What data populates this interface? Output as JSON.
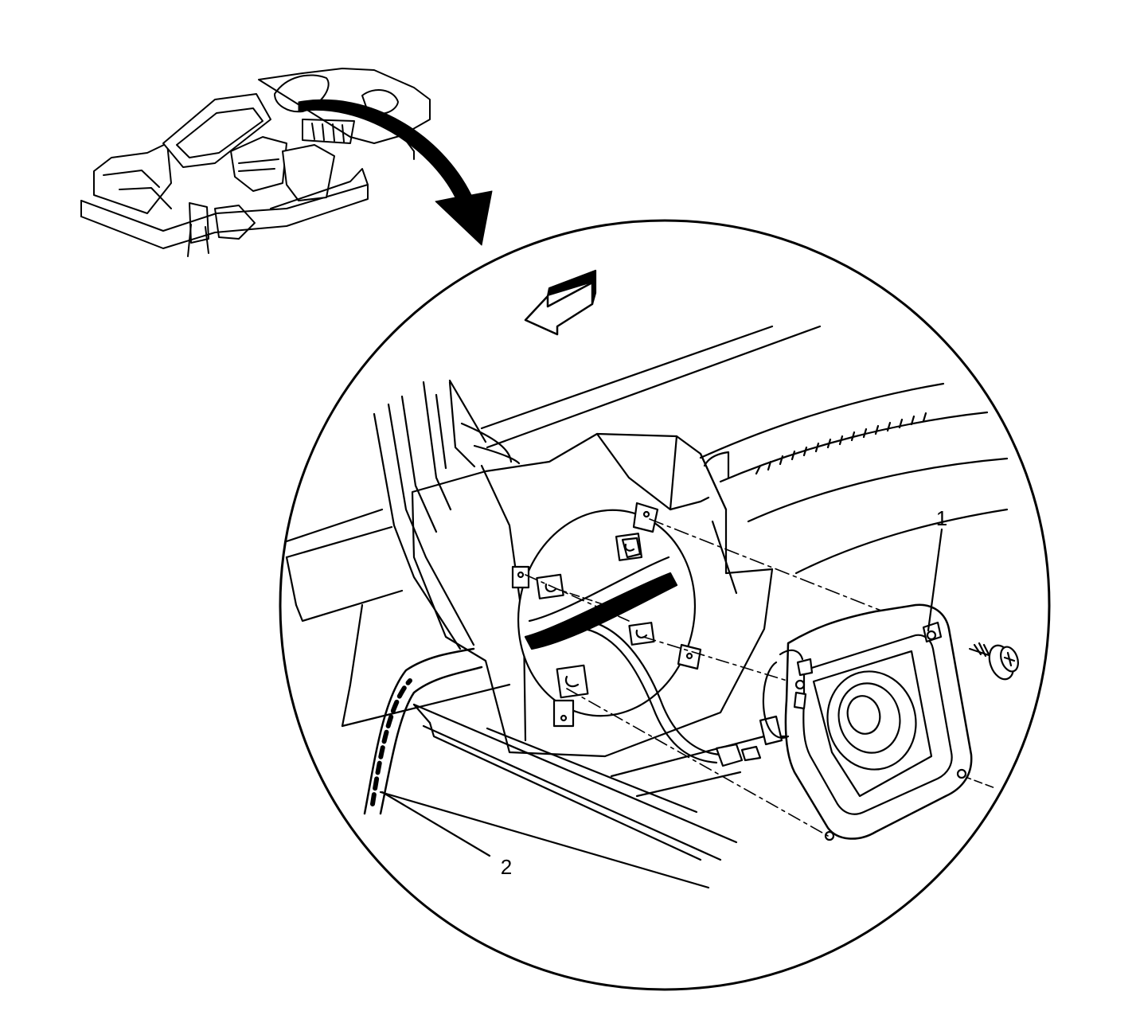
{
  "figure": {
    "callouts": [
      {
        "id": "1",
        "label": "1"
      },
      {
        "id": "2",
        "label": "2"
      }
    ],
    "colors": {
      "ink": "#000000",
      "paper": "#ffffff"
    },
    "icons": {
      "locator": "vehicle-body-overview-icon",
      "view_arrow": "curved-arrow-icon",
      "direction": "forward-direction-arrow-icon"
    }
  }
}
